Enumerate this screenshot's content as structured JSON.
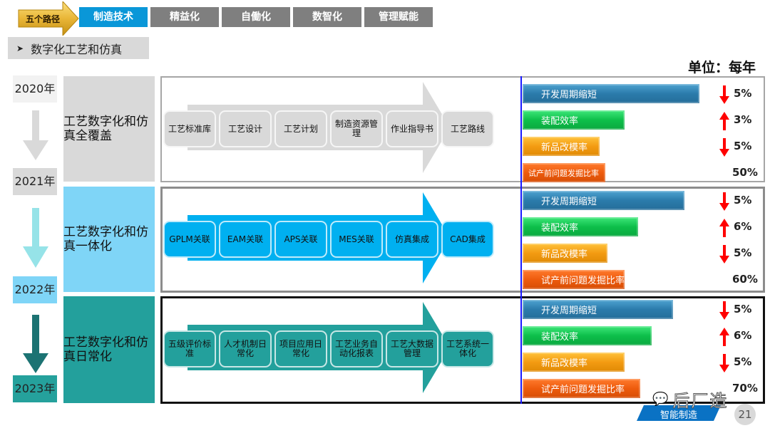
{
  "header": {
    "badge_label": "五个路径",
    "tabs": [
      {
        "label": "制造技术",
        "active": true
      },
      {
        "label": "精益化",
        "active": false
      },
      {
        "label": "自働化",
        "active": false
      },
      {
        "label": "数智化",
        "active": false
      },
      {
        "label": "管理赋能",
        "active": false
      }
    ],
    "section_title": "数字化工艺和仿真",
    "unit_label": "单位：每年"
  },
  "timeline": {
    "years": [
      "2020年",
      "2021年",
      "2022年",
      "2023年"
    ]
  },
  "stages": [
    {
      "label": "工艺数字化和仿真全覆盖",
      "steps": [
        "工艺标准库",
        "工艺设计",
        "工艺计划",
        "制造资源管理",
        "作业指导书",
        "工艺路线"
      ],
      "metrics": [
        {
          "label": "开发周期缩短",
          "trend": "down",
          "value": "5%",
          "bar_fraction": 0.92
        },
        {
          "label": "装配效率",
          "trend": "up",
          "value": "3%",
          "bar_fraction": 0.53
        },
        {
          "label": "新品改模率",
          "trend": "down",
          "value": "5%",
          "bar_fraction": 0.4
        },
        {
          "label": "试产前问题发掘比率",
          "trend": "none",
          "value": "50%",
          "bar_fraction": 0.43
        }
      ]
    },
    {
      "label": "工艺数字化和仿真一体化",
      "steps": [
        "GPLM关联",
        "EAM关联",
        "APS关联",
        "MES关联",
        "仿真集成",
        "CAD集成"
      ],
      "metrics": [
        {
          "label": "开发周期缩短",
          "trend": "down",
          "value": "5%",
          "bar_fraction": 0.84
        },
        {
          "label": "装配效率",
          "trend": "up",
          "value": "6%",
          "bar_fraction": 0.6
        },
        {
          "label": "新品改模率",
          "trend": "down",
          "value": "5%",
          "bar_fraction": 0.44
        },
        {
          "label": "试产前问题发掘比率",
          "trend": "none",
          "value": "60%",
          "bar_fraction": 0.53
        }
      ]
    },
    {
      "label": "工艺数字化和仿真日常化",
      "steps": [
        "五级评价标准",
        "人才机制日常化",
        "项目应用日常化",
        "工艺业务自动化报表",
        "工艺大数据管理",
        "工艺系统一体化"
      ],
      "metrics": [
        {
          "label": "开发周期缩短",
          "trend": "down",
          "value": "5%",
          "bar_fraction": 0.78
        },
        {
          "label": "装配效率",
          "trend": "up",
          "value": "6%",
          "bar_fraction": 0.67
        },
        {
          "label": "新品改模率",
          "trend": "down",
          "value": "5%",
          "bar_fraction": 0.53
        },
        {
          "label": "试产前问题发掘比率",
          "trend": "none",
          "value": "70%",
          "bar_fraction": 0.61
        }
      ]
    }
  ],
  "footer": {
    "tag_label": "智能制造",
    "page_number": "21",
    "watermark": "后厂造"
  },
  "colors": {
    "tab_active": "#0a97d8",
    "tab_inactive": "#7f7f7f",
    "stage1": "#d9d9d9",
    "stage2": "#7fd5f7",
    "stage3": "#23a09c",
    "trend_arrow": "#ff0000",
    "divider": "#1a1aff"
  }
}
